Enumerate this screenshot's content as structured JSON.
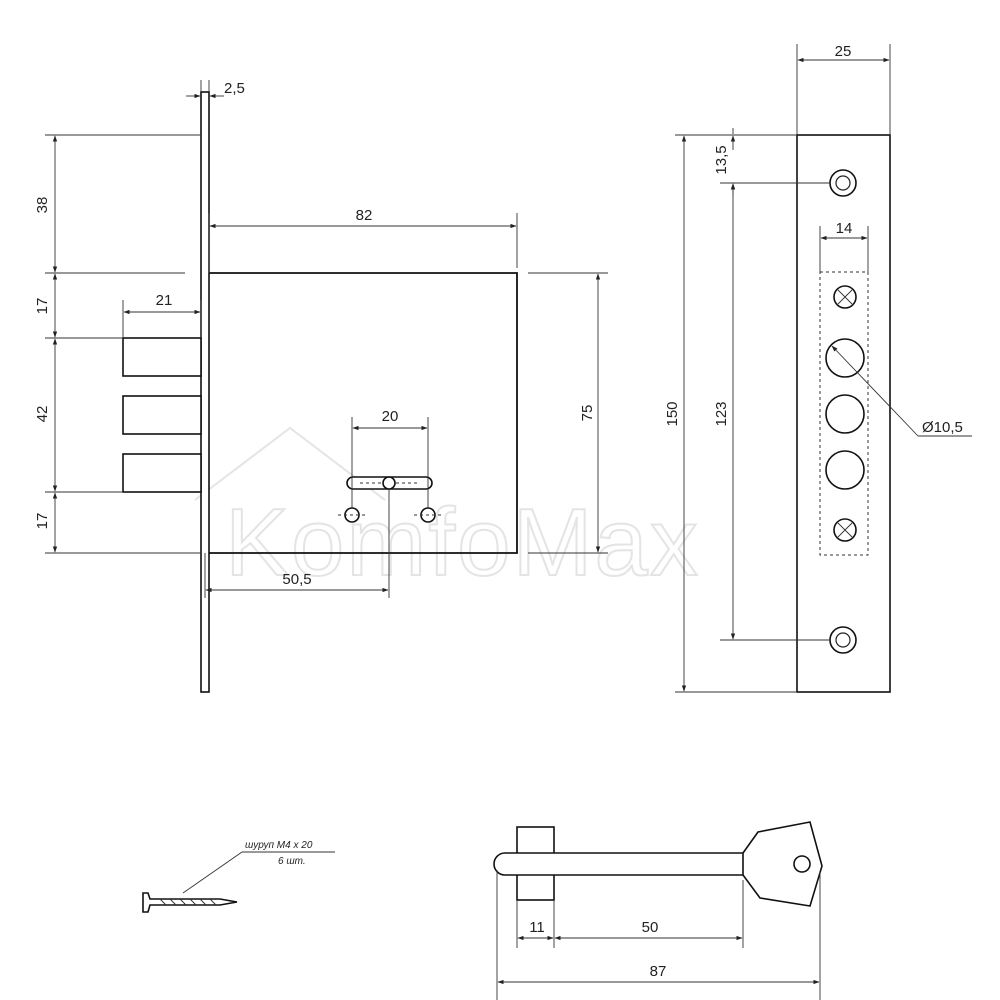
{
  "dimensions": {
    "plate_thickness": "2,5",
    "top_offset": "38",
    "body_width": "82",
    "bolt_depth": "21",
    "gap_top": "17",
    "bolt_span": "42",
    "gap_bottom": "17",
    "body_height": "75",
    "key_hole_spacing": "20",
    "backset": "50,5",
    "faceplate_width": "25",
    "screw_offset": "13,5",
    "hole_column_width": "14",
    "hole_diameter": "Ø10,5",
    "faceplate_length": "150",
    "screw_spacing": "123",
    "key_collar": "11",
    "key_shaft": "50",
    "key_length": "87"
  },
  "screw_note": {
    "line1": "шуруп М4 х 20",
    "line2": "6 шт."
  },
  "watermark": "KomfoMax"
}
